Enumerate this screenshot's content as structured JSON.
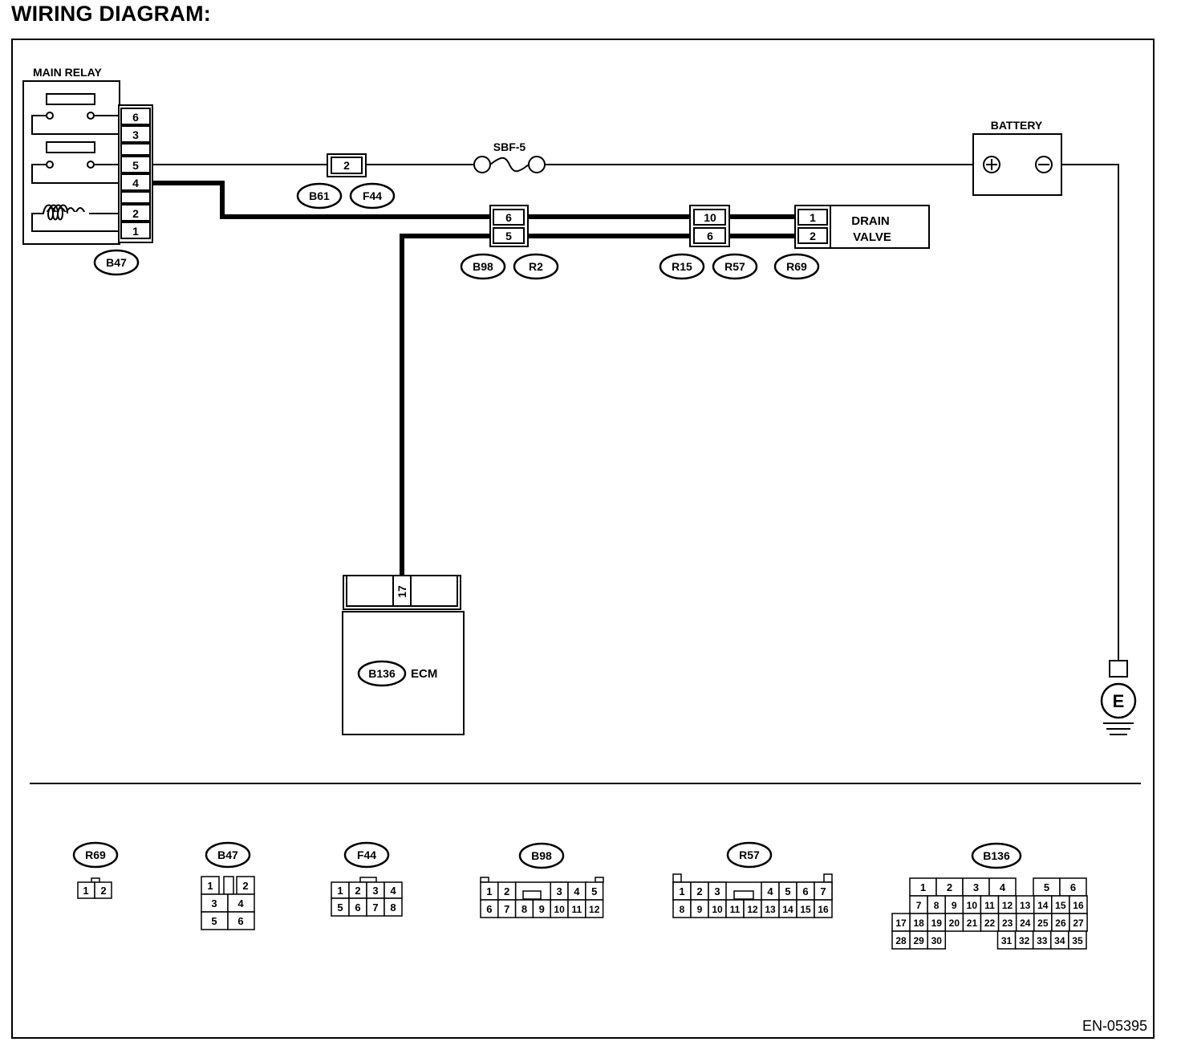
{
  "page": {
    "title": "WIRING DIAGRAM:",
    "document_id": "EN-05395"
  },
  "components": {
    "main_relay": {
      "label": "MAIN RELAY",
      "connector": "B47",
      "pins": [
        "6",
        "3",
        "5",
        "4",
        "2",
        "1"
      ]
    },
    "battery": {
      "label": "BATTERY",
      "plus_symbol": "+",
      "minus_symbol": "−"
    },
    "fuse": {
      "label": "SBF-5"
    },
    "connector_b61_f44": {
      "pin": "2",
      "codes": [
        "B61",
        "F44"
      ]
    },
    "connector_b98_r2": {
      "pins": [
        "6",
        "5"
      ],
      "codes": [
        "B98",
        "R2"
      ]
    },
    "connector_r15_r57": {
      "pins": [
        "10",
        "6"
      ],
      "codes": [
        "R15",
        "R57"
      ]
    },
    "drain_valve": {
      "label_line1": "DRAIN",
      "label_line2": "VALVE",
      "pins": [
        "1",
        "2"
      ],
      "code": "R69"
    },
    "ecm": {
      "label": "ECM",
      "code": "B136",
      "pin": "17"
    },
    "ground": {
      "label": "E"
    }
  },
  "connector_views": {
    "r69": {
      "code": "R69",
      "pins": [
        "1",
        "2"
      ]
    },
    "b47": {
      "code": "B47",
      "pins": [
        "1",
        "2",
        "3",
        "4",
        "5",
        "6"
      ]
    },
    "f44": {
      "code": "F44",
      "pins": [
        "1",
        "2",
        "3",
        "4",
        "5",
        "6",
        "7",
        "8"
      ]
    },
    "b98": {
      "code": "B98",
      "pins": [
        "1",
        "2",
        "3",
        "4",
        "5",
        "6",
        "7",
        "8",
        "9",
        "10",
        "11",
        "12"
      ]
    },
    "r57": {
      "code": "R57",
      "pins": [
        "1",
        "2",
        "3",
        "4",
        "5",
        "6",
        "7",
        "8",
        "9",
        "10",
        "11",
        "12",
        "13",
        "14",
        "15",
        "16"
      ]
    },
    "b136": {
      "code": "B136",
      "pins": [
        "1",
        "2",
        "3",
        "4",
        "5",
        "6",
        "7",
        "8",
        "9",
        "10",
        "11",
        "12",
        "13",
        "14",
        "15",
        "16",
        "17",
        "18",
        "19",
        "20",
        "21",
        "22",
        "23",
        "24",
        "25",
        "26",
        "27",
        "28",
        "29",
        "30",
        "31",
        "32",
        "33",
        "34",
        "35"
      ]
    }
  }
}
